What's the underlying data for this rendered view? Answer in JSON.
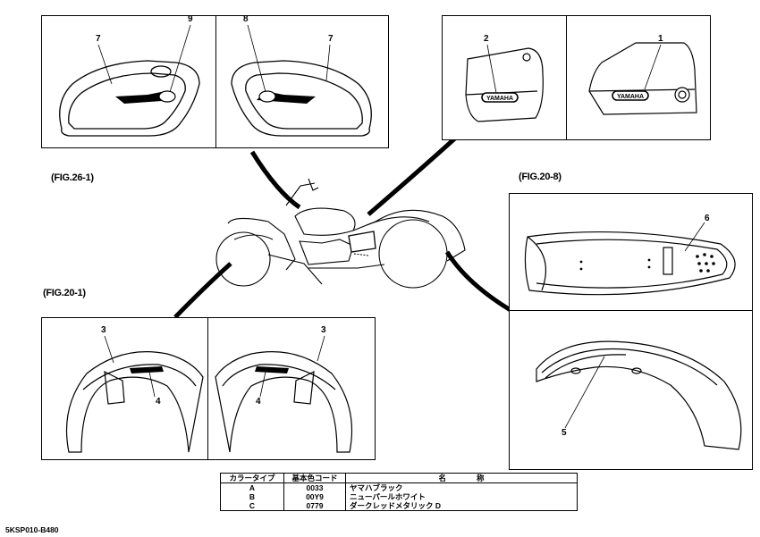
{
  "figures": {
    "tank": "(FIG.26-1)",
    "rear_fender": "(FIG.20-8)",
    "front_fender": "(FIG.20-1)"
  },
  "callouts": {
    "tank_right_emblem": "9",
    "tank_left_emblem": "8",
    "tank_right_stripe": "7",
    "tank_left_stripe": "7",
    "cover_left": "2",
    "cover_right": "1",
    "rear_fender_top": "6",
    "rear_fender_side": "5",
    "front_fender_left_stripe": "3",
    "front_fender_left_emblem": "4",
    "front_fender_right_stripe": "3",
    "front_fender_right_emblem": "4"
  },
  "color_table": {
    "headers": {
      "type": "カラータイプ",
      "code": "基本色コード",
      "name": "名　　　　称"
    },
    "rows": [
      {
        "type": "A",
        "code": "0033",
        "name": "ヤマハブラック"
      },
      {
        "type": "B",
        "code": "00Y9",
        "name": "ニューパールホワイト"
      },
      {
        "type": "C",
        "code": "0779",
        "name": "ダークレッドメタリック D"
      }
    ]
  },
  "drawing_code": "5KSP010-B480",
  "brand_text": "YAMAHA"
}
